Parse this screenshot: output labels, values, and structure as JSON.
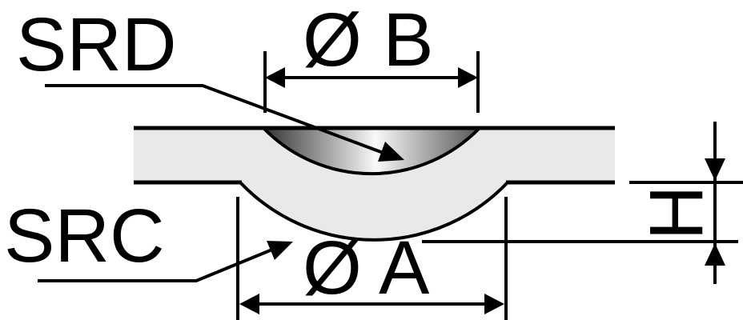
{
  "diagram": {
    "labels": {
      "srd": "SRD",
      "src": "SRC",
      "diameter_b": "Ø B",
      "diameter_a": "Ø A",
      "height": "H"
    },
    "colors": {
      "line": "#000000",
      "plate_fill": "#e9e9e9",
      "dish_edge_dark_left": "#363636",
      "dish_center_light": "#f8f8f8",
      "dish_edge_dark_right": "#575757",
      "background": "#ffffff"
    }
  }
}
